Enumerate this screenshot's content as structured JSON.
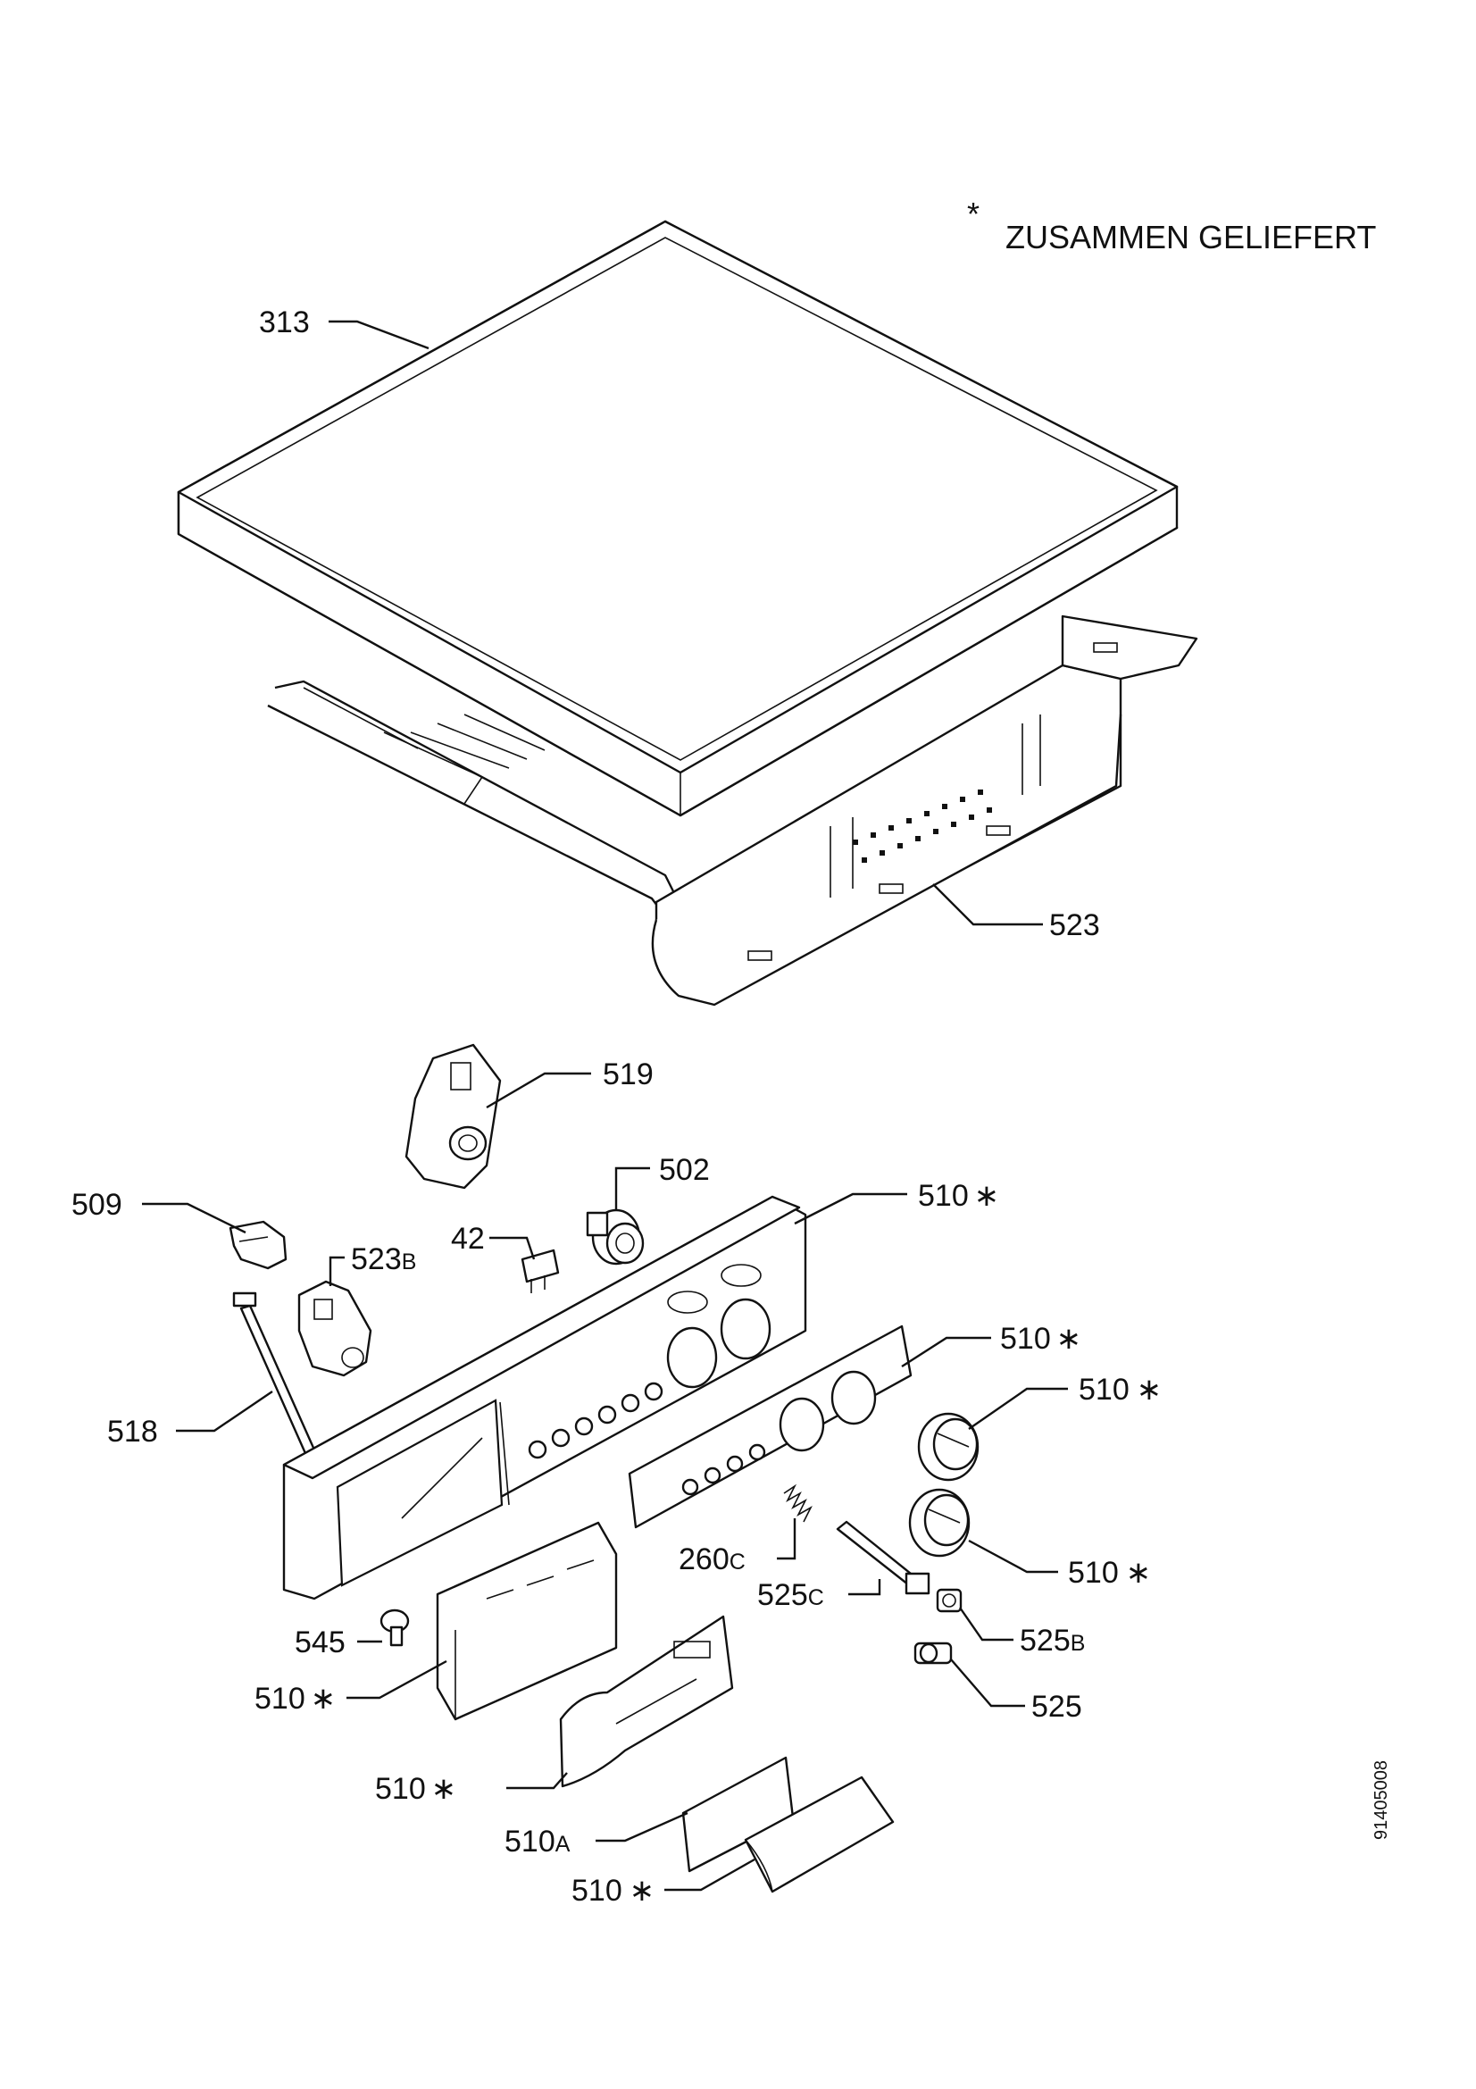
{
  "legend": {
    "star": "*",
    "text": "ZUSAMMEN GELIEFERT"
  },
  "document_number": "91405008",
  "labels": {
    "p313": "313",
    "p523": "523",
    "p519": "519",
    "p502": "502",
    "p509": "509",
    "p523b_num": "523",
    "p523b_suffix": "B",
    "p42": "42",
    "p510_a": "510",
    "p518": "518",
    "p510_b": "510",
    "p510_c": "510",
    "p260c_num": "260",
    "p260c_suffix": "C",
    "p510_d": "510",
    "p525c_num": "525",
    "p525c_suffix": "C",
    "p525b_num": "525",
    "p525b_suffix": "B",
    "p545": "545",
    "p510_e": "510",
    "p525": "525",
    "p510_f": "510",
    "p510a_num": "510",
    "p510a_suffix": "A",
    "p510_g": "510"
  },
  "star_mark": "∗"
}
